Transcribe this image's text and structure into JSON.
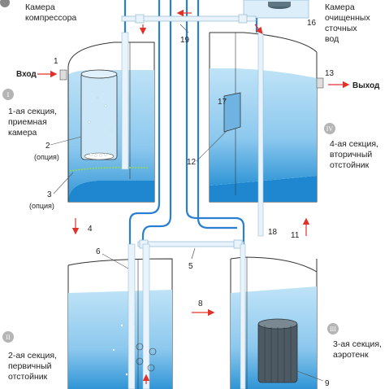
{
  "labels": {
    "compressor": [
      "Камера",
      "компрессора"
    ],
    "treated": [
      "Камера",
      "очищенных",
      "сточных",
      "вод"
    ],
    "inlet": "Вход",
    "outlet": "Выход",
    "section1": [
      "1-ая секция,",
      "приемная",
      "камера"
    ],
    "section2": [
      "2-ая секция,",
      "первичный",
      "отстойник"
    ],
    "section3": [
      "3-ая секция,",
      "аэротенк"
    ],
    "section4": [
      "4-ая секция,",
      "вторичный",
      "отстойник"
    ],
    "option": "(опция)"
  },
  "roman": {
    "s1": "I",
    "s2": "II",
    "s3": "III",
    "s4": "IV"
  },
  "numbers": {
    "n1": "1",
    "n2": "2",
    "n3": "3",
    "n4": "4",
    "n5": "5",
    "n6": "6",
    "n8": "8",
    "n9": "9",
    "n11": "11",
    "n12": "12",
    "n13": "13",
    "n16": "16",
    "n17": "17",
    "n18": "18",
    "n19": "19"
  },
  "colors": {
    "water_light": "#a9d7f2",
    "water_dark": "#2f95d6",
    "pipe": "#2a7fd0",
    "arrow": "#e2302a",
    "tank_outline": "#333333"
  }
}
